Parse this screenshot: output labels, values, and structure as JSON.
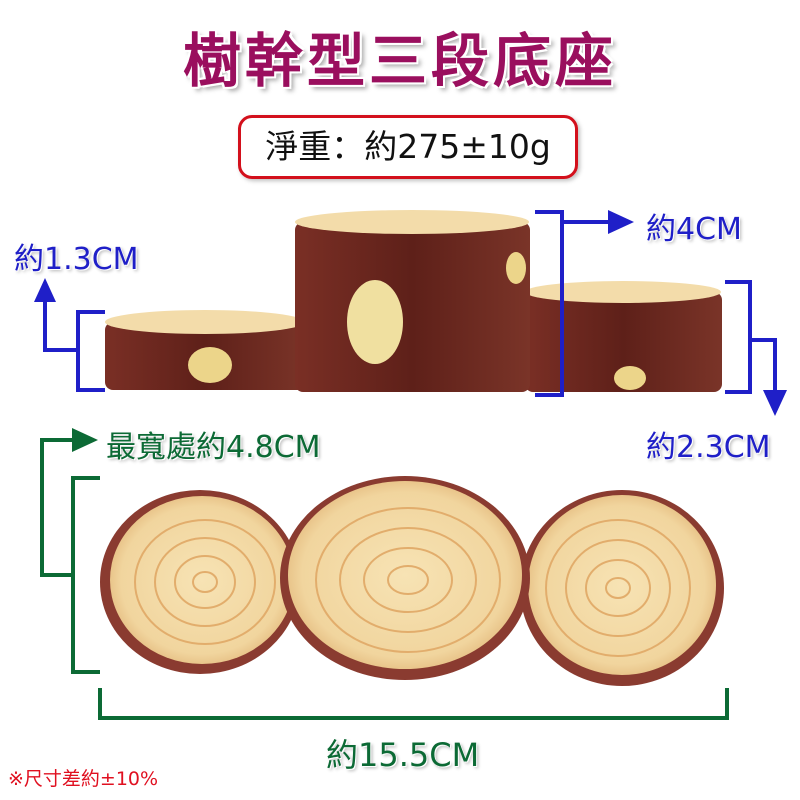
{
  "title": "樹幹型三段底座",
  "weight": "淨重：約275±10g",
  "dimensions": {
    "left_height": "約1.3CM",
    "middle_height": "約4CM",
    "right_height": "約2.3CM",
    "widest": "最寬處約4.8CM",
    "length": "約15.5CM"
  },
  "note": "※尺寸差約±10%",
  "colors": {
    "title": "#9a0f5e",
    "blue": "#1f1fc8",
    "green": "#0c6a35",
    "red": "#d3101c",
    "bark": "#6e2a22",
    "wood": "#f3dcaa"
  }
}
